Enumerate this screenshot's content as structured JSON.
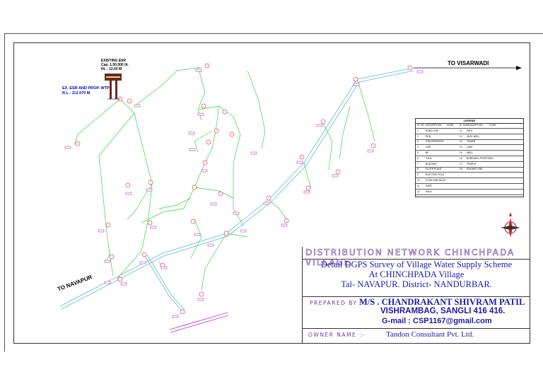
{
  "esr": {
    "line1": "EXISTING  ESR",
    "line2": "Cap. 1,50,000 lit.",
    "line3": "Ht. - 12.00 M"
  },
  "wtp": {
    "line1": "EX. ESR AND PROP. WTP",
    "line2": "R.L - 112.970 M"
  },
  "road_labels": {
    "to_visarwadi": "TO VISARWADI",
    "to_navapur": "TO NAVAPUR"
  },
  "title_block": {
    "heading": "DISTRIBUTION  NETWORK  CHINCHPADA  VILLAGE",
    "line1": "Detail DGPS Survey of  Village Water Supply Scheme",
    "line2": "At CHINCHPADA Village",
    "line3": "Tal- NAVAPUR. District- NANDURBAR.",
    "prepared_label": "PREPARED  BY",
    "firm": "M/S . CHANDRAKANT SHIVRAM PATIL",
    "address": "VISHRAMBAG, SANGLI 416 416.",
    "email": "G-mail : CSP1167@gmail.com",
    "owner_label": "OWNER  NAME  :-",
    "owner": "Tandon Consultant Pvt. Ltd."
  },
  "legend": {
    "title": "LEGEND",
    "headers": [
      "Sr. NO.",
      "DESCRIPTION",
      "CODE",
      "Sr. NO.",
      "DESCRIPTION",
      "CODE"
    ],
    "rows": [
      [
        "1",
        "ROAD LINE",
        "",
        "11",
        "PATH",
        ""
      ],
      [
        "2",
        "RCB",
        "",
        "12",
        "JACK WELL",
        ""
      ],
      [
        "3",
        "STAGPIPE/PATH",
        "",
        "13",
        "TOWER",
        ""
      ],
      [
        "4",
        "GSR",
        "",
        "14",
        "LAKE",
        ""
      ],
      [
        "5",
        "BP",
        "",
        "15",
        "WELL",
        ""
      ],
      [
        "6",
        "T.B.M.",
        "",
        "16",
        "BOREWELL PROPOSED",
        ""
      ],
      [
        "7",
        "BUILDING",
        "",
        "17",
        "TEMPLE",
        ""
      ],
      [
        "8",
        "FILTER PLANT",
        "",
        "18",
        "RAILWAY LINE",
        ""
      ],
      [
        "9",
        "ELECTRIC POLE",
        "",
        "",
        "",
        ""
      ],
      [
        "10",
        "FLUSH AIR VALVE",
        "",
        "",
        "",
        ""
      ],
      [
        "11",
        "GATE",
        "",
        "",
        "",
        ""
      ],
      [
        "12",
        "NALA",
        "",
        "",
        "",
        ""
      ]
    ]
  }
}
